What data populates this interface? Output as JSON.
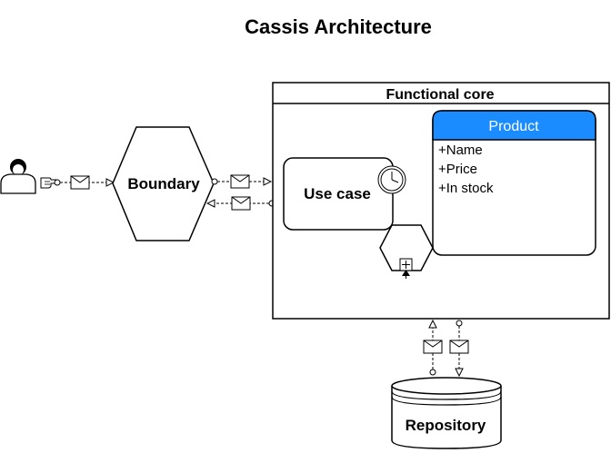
{
  "diagram": {
    "title": "Cassis Architecture",
    "boundary_label": "Boundary",
    "functional_core_label": "Functional core",
    "use_case_label": "Use case",
    "product": {
      "header": "Product",
      "attributes": [
        "+Name",
        "+Price",
        "+In stock"
      ]
    },
    "repository_label": "Repository"
  },
  "colors": {
    "product_header": "#1a8cff",
    "product_header_text": "#ffffff",
    "stroke": "#000000",
    "background": "#ffffff"
  },
  "icons": [
    "user-icon",
    "pointing-hand-icon",
    "envelope-icon",
    "clock-icon",
    "hexagon-gateway-icon",
    "database-icon"
  ]
}
